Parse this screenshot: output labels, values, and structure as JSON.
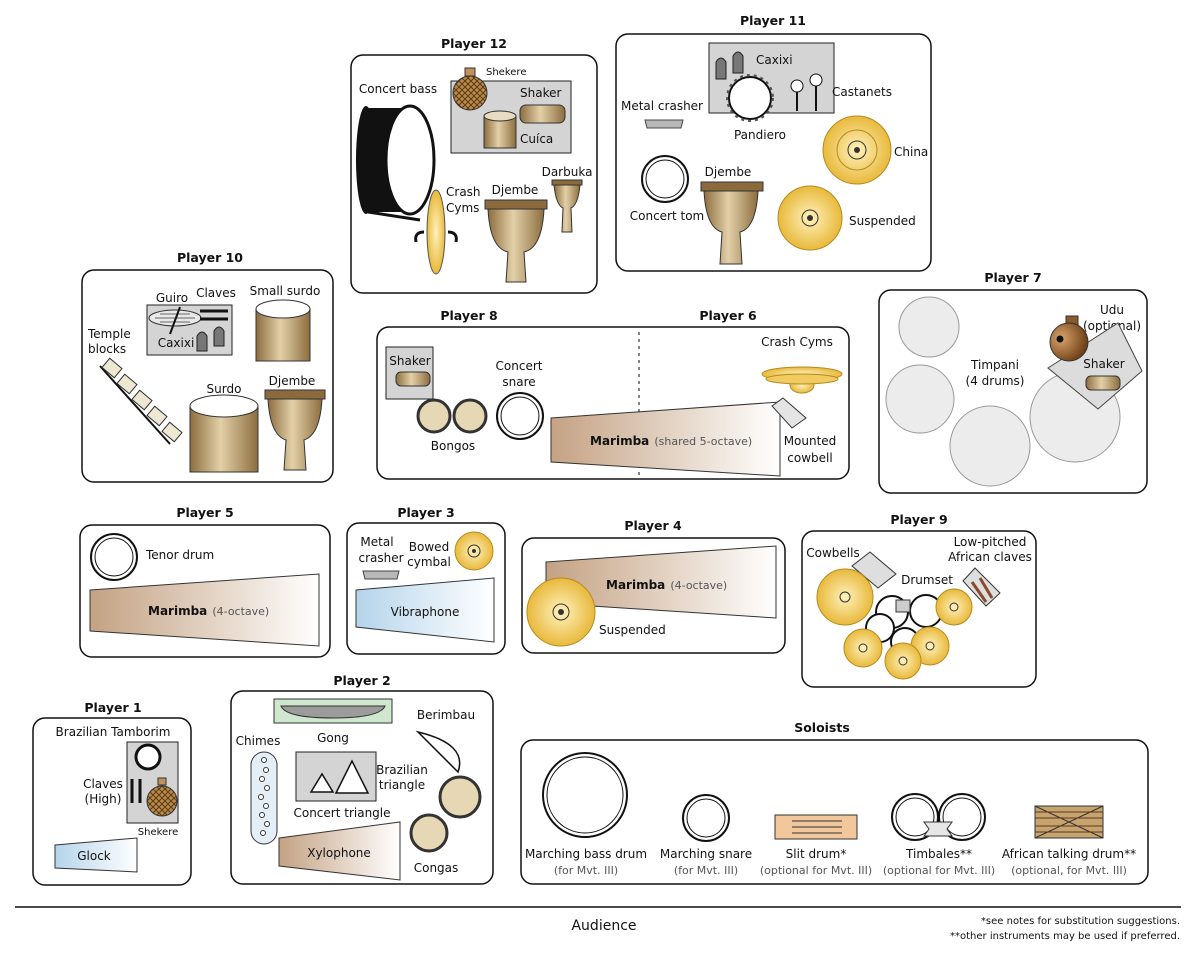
{
  "players": {
    "p12": {
      "title": "Player 12",
      "concert_bass": "Concert bass",
      "shekere": "Shekere",
      "shaker": "Shaker",
      "cuica": "Cuíca",
      "crash_cyms": [
        "Crash",
        "Cyms"
      ],
      "djembe": "Djembe",
      "darbuka": "Darbuka"
    },
    "p11": {
      "title": "Player 11",
      "caxixi": "Caxixi",
      "castanets": "Castanets",
      "metal_crasher": "Metal crasher",
      "pandiero": "Pandiero",
      "china": "China",
      "djembe": "Djembe",
      "concert_tom": "Concert tom",
      "suspended": "Suspended"
    },
    "p10": {
      "title": "Player 10",
      "guiro": "Guiro",
      "claves": "Claves",
      "caxixi": "Caxixi",
      "small_surdo": "Small surdo",
      "temple_blocks": [
        "Temple",
        "blocks"
      ],
      "surdo": "Surdo",
      "djembe": "Djembe"
    },
    "p8": {
      "title": "Player 8",
      "shaker": "Shaker",
      "concert_snare": [
        "Concert",
        "snare"
      ],
      "bongos": "Bongos"
    },
    "p6": {
      "title": "Player 6",
      "crash_cyms": "Crash Cyms",
      "marimba": "Marimba",
      "marimba_note": "(shared 5-octave)",
      "mounted_cowbell": [
        "Mounted",
        "cowbell"
      ]
    },
    "p7": {
      "title": "Player 7",
      "udu": [
        "Udu",
        "(optional)"
      ],
      "timpani": [
        "Timpani",
        "(4 drums)"
      ],
      "shaker": "Shaker"
    },
    "p5": {
      "title": "Player 5",
      "tenor_drum": "Tenor drum",
      "marimba": "Marimba",
      "marimba_note": "(4-octave)"
    },
    "p3": {
      "title": "Player 3",
      "metal_crasher": [
        "Metal",
        "crasher"
      ],
      "bowed_cymbal": [
        "Bowed",
        "cymbal"
      ],
      "vibraphone": "Vibraphone"
    },
    "p4": {
      "title": "Player 4",
      "marimba": "Marimba",
      "marimba_note": "(4-octave)",
      "suspended": "Suspended"
    },
    "p9": {
      "title": "Player 9",
      "cowbells": "Cowbells",
      "african_claves": [
        "Low-pitched",
        "African claves"
      ],
      "drumset": "Drumset"
    },
    "p1": {
      "title": "Player 1",
      "tamborim": "Brazilian Tamborim",
      "claves": [
        "Claves",
        "(High)"
      ],
      "shekere": "Shekere",
      "glock": "Glock"
    },
    "p2": {
      "title": "Player 2",
      "chimes": "Chimes",
      "gong": "Gong",
      "berimbau": "Berimbau",
      "brazilian_triangle": [
        "Brazilian",
        "triangle"
      ],
      "concert_triangle": "Concert triangle",
      "xylophone": "Xylophone",
      "congas": "Congas"
    }
  },
  "soloists": {
    "title": "Soloists",
    "items": [
      {
        "name": "Marching bass drum",
        "note": "(for Mvt. III)"
      },
      {
        "name": "Marching snare",
        "note": "(for Mvt. III)"
      },
      {
        "name": "Slit drum*",
        "note": "(optional for Mvt. III)"
      },
      {
        "name": "Timbales**",
        "note": "(optional for Mvt. III)"
      },
      {
        "name": "African talking drum**",
        "note": "(optional, for Mvt. III)"
      }
    ]
  },
  "audience": "Audience",
  "footnotes": [
    "*see notes for substitution suggestions.",
    "**other instruments may be used if preferred."
  ],
  "colors": {
    "cymbal": "#efc552",
    "wood": "#a88a5c",
    "marimba_dark": "#c8a988",
    "vibraphone": "#b8d6ea",
    "gong": "#cfe6cf",
    "timpani": "#ececec"
  }
}
